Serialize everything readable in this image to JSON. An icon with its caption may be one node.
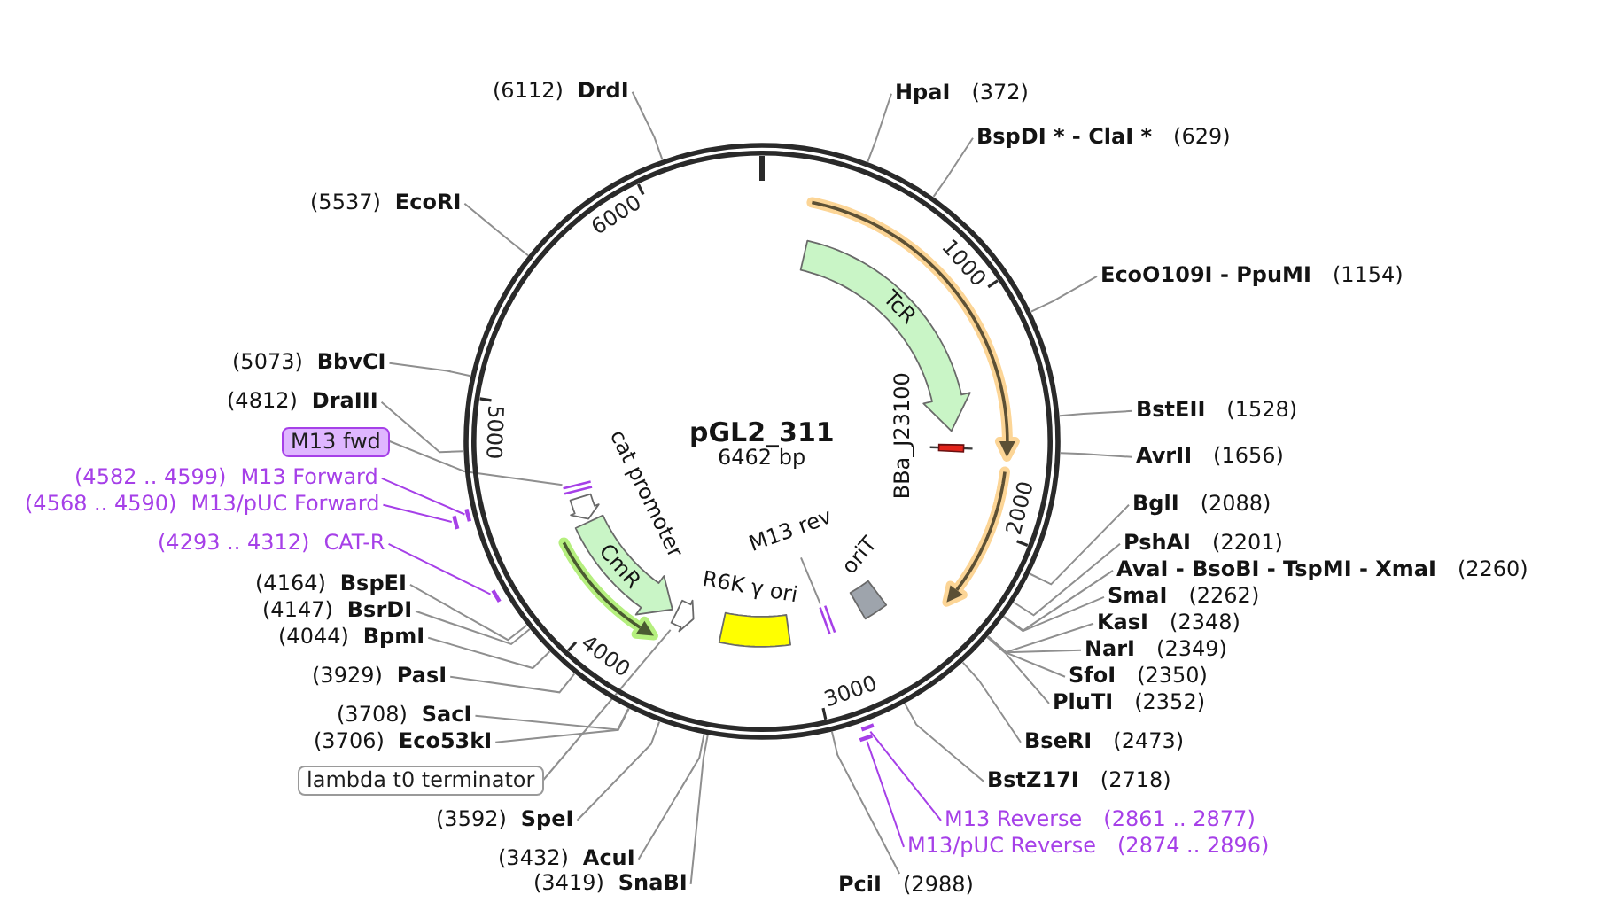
{
  "diagram": {
    "nodes": [
      {
        "text": [
          "pGL2_311",
          "6462 bp"
        ]
      },
      {
        "text": [
          "(6112)",
          "DrdI"
        ]
      },
      {
        "text": [
          "HpaI",
          "(372)"
        ]
      },
      {
        "text": [
          "BspDI * - ClaI *",
          "(629)"
        ]
      },
      {
        "text": [
          "(5537)",
          "EcoRI"
        ]
      },
      {
        "text": [
          "TcR"
        ],
        "in": 0
      },
      {
        "text": [
          "EcoO109I - PpuMI",
          "(1154)"
        ]
      },
      {
        "text": [
          "(5073)",
          "BbvCI"
        ]
      },
      {
        "text": [
          "BBa_J23100"
        ],
        "in": 0
      },
      {
        "text": [
          "(4812)",
          "DraIII"
        ]
      },
      {
        "text": [
          "BstEII",
          "(1528)"
        ]
      },
      {
        "text": [
          "M13 fwd"
        ]
      },
      {
        "text": [
          "cat promoter"
        ],
        "in": 0
      },
      {
        "text": [
          "AvrII",
          "(1656)"
        ]
      },
      {
        "text": [
          "(4582 .. 4599)",
          "M13 Forward"
        ]
      },
      {
        "text": [],
        "shape": "bar",
        "in": 0
      },
      {
        "text": [
          "BglI",
          "(2088)"
        ]
      },
      {
        "text": [
          "(4568 .. 4590)",
          "M13/pUC Forward"
        ]
      },
      {
        "text": [
          "M13 rev"
        ],
        "in": 0
      },
      {
        "text": [],
        "shape": "bar"
      },
      {
        "text": [],
        "shape": "bar"
      },
      {
        "text": [
          "CmR"
        ],
        "in": 0
      },
      {
        "text": [
          "oriT"
        ],
        "in": 0
      },
      {
        "text": [
          "(4293 .. 4312)",
          "CAT-R"
        ]
      },
      {
        "text": [
          "PshAI",
          "(2201)"
        ]
      },
      {
        "text": [
          "AvaI - BsoBI - TspMI - XmaI",
          "(2260)"
        ]
      },
      {
        "text": [
          "R6K γ ori"
        ],
        "in": 0
      },
      {
        "text": [
          "(4164)",
          "BspEI"
        ]
      },
      {
        "text": [
          "SmaI",
          "(2262)"
        ]
      },
      {
        "text": [],
        "shape": "bar"
      },
      {
        "text": [],
        "shape": "arrow",
        "in": 0
      },
      {
        "text": [],
        "shape": "bar",
        "in": 0
      },
      {
        "text": [
          "(4147)",
          "BsrDI"
        ]
      },
      {
        "text": [
          "KasI",
          "(2348)"
        ]
      },
      {
        "text": [
          "(4044)",
          "BpmI"
        ]
      },
      {
        "text": [
          "NarI",
          "(2349)"
        ]
      },
      {
        "text": [
          "(3929)",
          "PasI"
        ]
      },
      {
        "text": [
          "SfoI",
          "(2350)"
        ]
      },
      {
        "text": [
          "PluTI",
          "(2352)"
        ]
      },
      {
        "text": [
          "(3708)",
          "SacI"
        ]
      },
      {
        "text": [],
        "shape": "bar"
      },
      {
        "text": [],
        "shape": "bar"
      },
      {
        "text": [
          "(3706)",
          "Eco53kI"
        ]
      },
      {
        "text": [
          "BseRI",
          "(2473)"
        ]
      },
      {
        "text": [
          "lambda t0 terminator"
        ]
      },
      {
        "text": [
          "BstZ17I",
          "(2718)"
        ]
      },
      {
        "text": [
          "(3592)",
          "SpeI"
        ]
      },
      {
        "text": [
          "M13 Reverse",
          "(2861 .. 2877)"
        ]
      },
      {
        "text": [
          "M13/pUC Reverse",
          "(2874 .. 2896)"
        ]
      },
      {
        "text": [
          "(3432)",
          "AcuI"
        ]
      },
      {
        "text": [
          "(3419)",
          "SnaBI"
        ]
      },
      {
        "text": [
          "PciI",
          "(2988)"
        ]
      }
    ],
    "edges": [
      {
        "from": 1,
        "to": 0,
        "arrow": "none"
      },
      {
        "from": 2,
        "to": 0,
        "arrow": "none"
      },
      {
        "from": 3,
        "to": 0,
        "arrow": "none"
      },
      {
        "from": 4,
        "to": 0,
        "arrow": "none"
      },
      {
        "from": 6,
        "to": 0,
        "arrow": "none"
      },
      {
        "from": 7,
        "to": 0,
        "arrow": "none"
      },
      {
        "from": 9,
        "to": 0,
        "arrow": "none"
      },
      {
        "from": 10,
        "to": 0,
        "arrow": "none"
      },
      {
        "from": 11,
        "to": 15,
        "arrow": "none"
      },
      {
        "from": 13,
        "to": 0,
        "arrow": "none"
      },
      {
        "from": 14,
        "to": 19,
        "arrow": "none",
        "color": "#a640e8"
      },
      {
        "from": 16,
        "to": 0,
        "arrow": "none"
      },
      {
        "from": 17,
        "to": 20,
        "arrow": "none",
        "color": "#a640e8"
      },
      {
        "from": 18,
        "to": 31,
        "arrow": "none"
      },
      {
        "from": 23,
        "to": 29,
        "arrow": "none",
        "color": "#a640e8"
      },
      {
        "from": 24,
        "to": 0,
        "arrow": "none"
      },
      {
        "from": 25,
        "to": 0,
        "arrow": "none"
      },
      {
        "from": 27,
        "to": 0,
        "arrow": "none"
      },
      {
        "from": 28,
        "to": 0,
        "arrow": "none"
      },
      {
        "from": 32,
        "to": 0,
        "arrow": "none"
      },
      {
        "from": 33,
        "to": 0,
        "arrow": "none"
      },
      {
        "from": 34,
        "to": 0,
        "arrow": "none"
      },
      {
        "from": 35,
        "to": 0,
        "arrow": "none"
      },
      {
        "from": 36,
        "to": 0,
        "arrow": "none"
      },
      {
        "from": 37,
        "to": 0,
        "arrow": "none"
      },
      {
        "from": 38,
        "to": 0,
        "arrow": "none"
      },
      {
        "from": 39,
        "to": 0,
        "arrow": "none"
      },
      {
        "from": 42,
        "to": 0,
        "arrow": "none"
      },
      {
        "from": 43,
        "to": 0,
        "arrow": "none"
      },
      {
        "from": 44,
        "to": 30,
        "arrow": "none"
      },
      {
        "from": 45,
        "to": 0,
        "arrow": "none"
      },
      {
        "from": 46,
        "to": 0,
        "arrow": "none"
      },
      {
        "from": 47,
        "to": 40,
        "arrow": "none",
        "color": "#a640e8"
      },
      {
        "from": 48,
        "to": 41,
        "arrow": "none",
        "color": "#a640e8"
      },
      {
        "from": 49,
        "to": 0,
        "arrow": "none"
      },
      {
        "from": 50,
        "to": 0,
        "arrow": "none"
      },
      {
        "from": 51,
        "to": 0,
        "arrow": "none"
      }
    ],
    "labels": [
      "1000",
      "2000",
      "3000",
      "4000",
      "5000",
      "6000"
    ]
  }
}
